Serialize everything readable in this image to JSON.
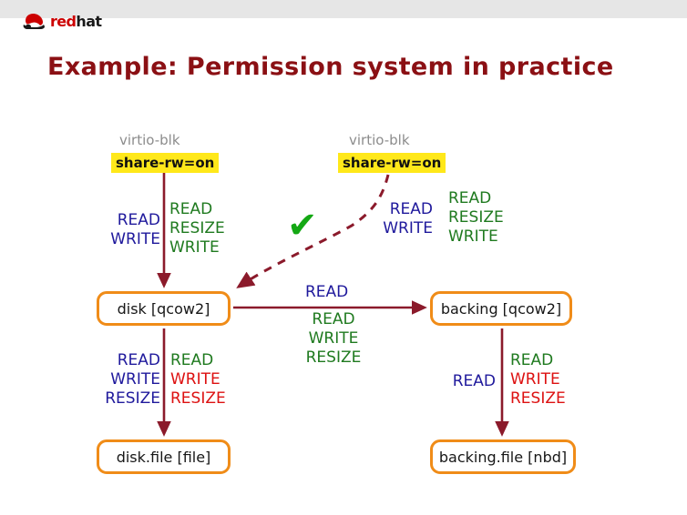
{
  "branding": {
    "logo_red": "red",
    "logo_hat": "hat",
    "logo_mark": "redhat-shadowman-icon"
  },
  "slide": {
    "title": "Example:  Permission system in practice",
    "title_color": "#8b1014"
  },
  "palette": {
    "node_border": "#f08c18",
    "edge": "#8b1a2b",
    "shared_perm": "#1f199c",
    "needed_perm": "#1f7a1f",
    "conflict_perm": "#dd1111",
    "highlight_bg": "#ffe81a",
    "caption_gray": "#8c8c8c",
    "check_green": "#14a814"
  },
  "diagram": {
    "nodes": [
      {
        "id": "disk",
        "label": "disk [qcow2]"
      },
      {
        "id": "backing",
        "label": "backing [qcow2]"
      },
      {
        "id": "disk_file",
        "label": "disk.file [file]"
      },
      {
        "id": "backing_file",
        "label": "backing.file [nbd]"
      }
    ],
    "devices": [
      {
        "id": "dev1",
        "caption": "virtio-blk",
        "option": "share-rw=on"
      },
      {
        "id": "dev2",
        "caption": "virtio-blk",
        "option": "share-rw=on"
      }
    ],
    "check_mark": "✔",
    "edge_labels": {
      "dev1_to_disk": {
        "shared": [
          "READ",
          "WRITE"
        ],
        "needed": [
          "READ",
          "RESIZE",
          "WRITE"
        ]
      },
      "dev2_to_disk": {
        "shared": [
          "READ",
          "WRITE"
        ],
        "needed": [
          "READ",
          "RESIZE",
          "WRITE"
        ]
      },
      "disk_to_backing": {
        "shared": [
          "READ"
        ],
        "needed": [
          "READ",
          "WRITE",
          "RESIZE"
        ]
      },
      "disk_to_disk_file": {
        "shared": [
          "READ",
          "WRITE",
          "RESIZE"
        ],
        "needed_ok": [
          "READ"
        ],
        "needed_conflict": [
          "WRITE",
          "RESIZE"
        ]
      },
      "backing_to_backing_file": {
        "shared": [
          "READ"
        ],
        "needed_ok": [
          "READ"
        ],
        "needed_conflict": [
          "WRITE",
          "RESIZE"
        ]
      }
    }
  }
}
